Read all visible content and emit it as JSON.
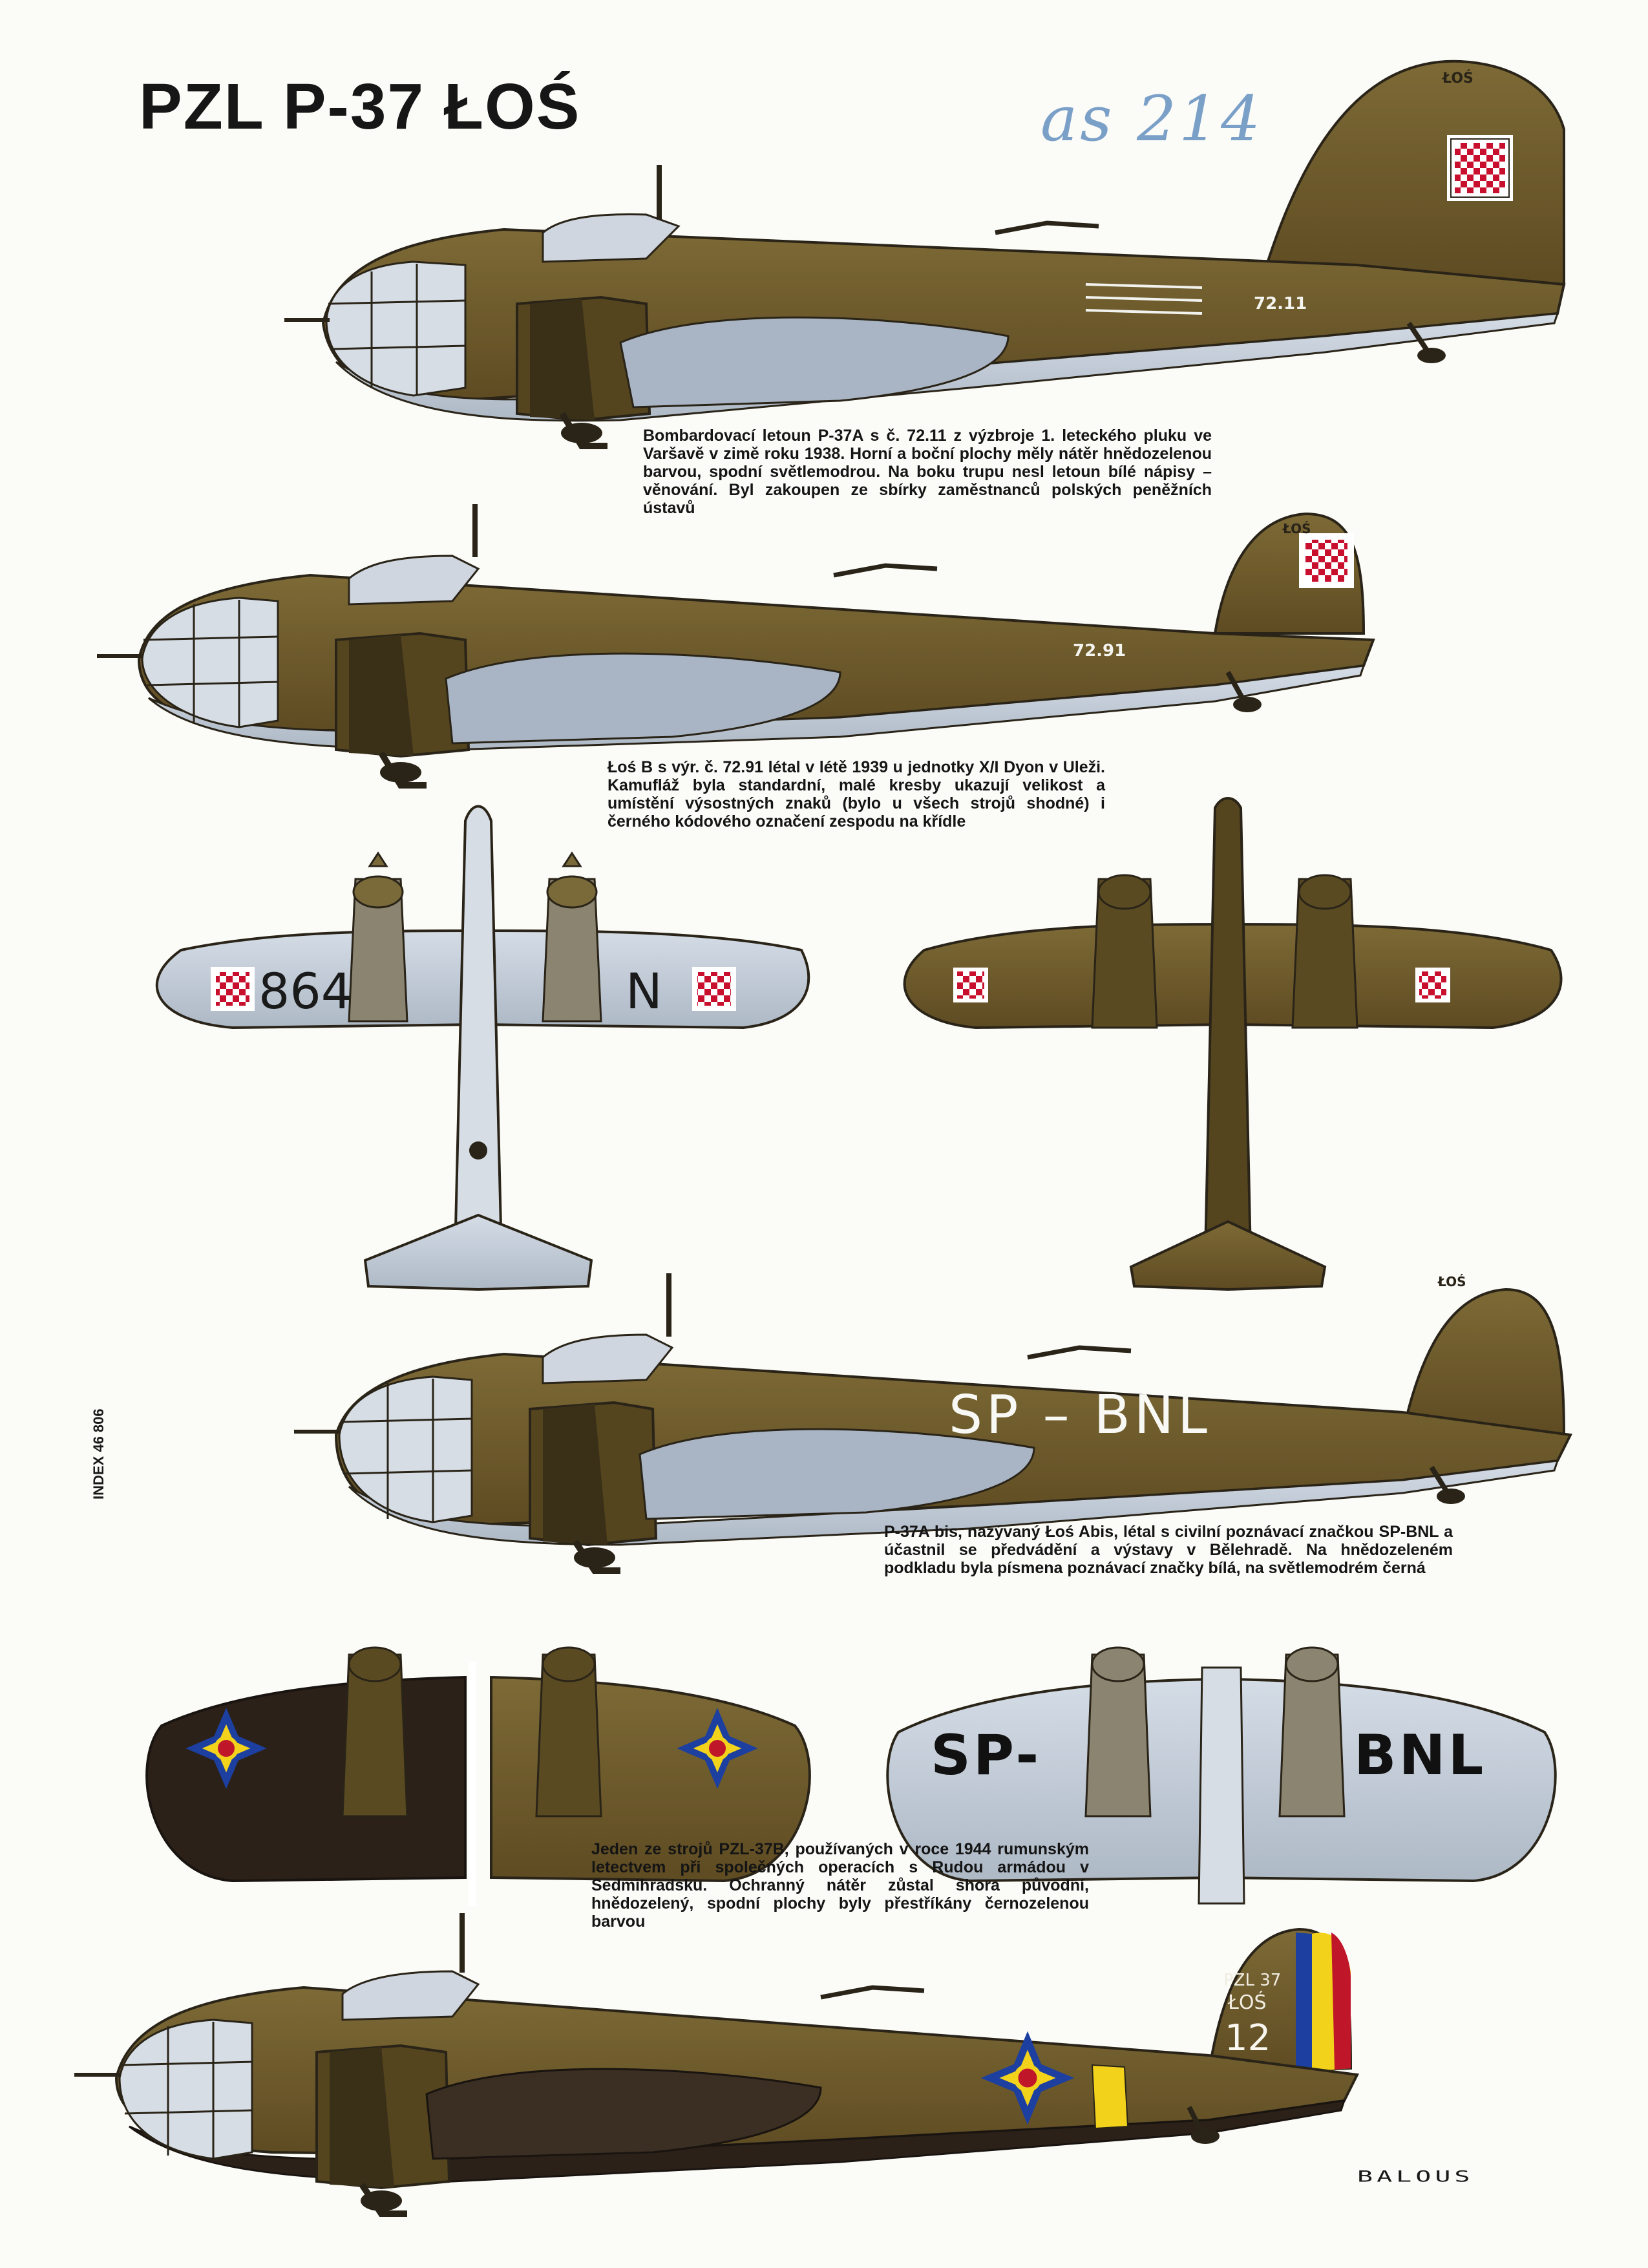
{
  "title": "PZL P-37 ŁOŚ",
  "handwritten_note": "as 214",
  "profiles": {
    "p1": {
      "tail_code": "ŁOŚ",
      "serial": "72.11"
    },
    "p2": {
      "tail_code": "ŁOŚ",
      "serial": "72.91"
    },
    "p3": {
      "tail_code": "ŁOŚ",
      "registration": "SP – BNL"
    },
    "p4": {
      "tail_code": "PZL 37",
      "tail_name": "ŁOŚ",
      "tail_number": "12"
    }
  },
  "plan_views": {
    "underside_1": {
      "wing_code_left": "864",
      "wing_code_right": "N"
    },
    "underside_2": {
      "wing_code_left": "SP-",
      "wing_code_right": "BNL"
    }
  },
  "captions": {
    "c1": "Bombardovací letoun P-37A s č. 72.11 z výzbroje 1. leteckého pluku ve Varšavě v zimě roku 1938. Horní a boční plochy měly nátěr hnědozelenou barvou, spodní světlemodrou. Na boku trupu nesl letoun bílé nápisy – věnování. Byl zakoupen ze sbírky zaměstnanců polských peněžních ústavů",
    "c2": "Łoś B s výr. č. 72.91 létal v létě 1939 u jednotky X/I Dyon v Uleži. Kamufláž byla standardní, malé kresby ukazují velikost a umístění výsostných znaků (bylo u všech strojů shodné) i černého kódového označení zespodu na křídle",
    "c3": "P-37A bis, nazývaný Łoś Abis, létal s civilní poznávací značkou SP-BNL a účastnil se předvádění a výstavy v Bělehradě. Na hnědozeleném podkladu byla písmena poznávací značky bílá, na světlemodrém černá",
    "c4": "Jeden ze strojů PZL-37B, používaných v roce 1944 rumunským letectvem při společných operacích s Rudou armádou v Sedmihradsku. Ochranný nátěr zůstal shora původní, hnědozelený, spodní plochy byly přestříkány černozelenou barvou"
  },
  "index_label": "INDEX 46 806",
  "artist_signature": "BALOUS",
  "colors": {
    "olive_brown": "#6e5a2c",
    "light_blue": "#c5cfda",
    "black_green": "#2a2018",
    "polish_red": "#c8102e",
    "romanian_blue": "#1c3fa0",
    "romanian_yellow": "#f2d21b",
    "romanian_red": "#c0162a"
  }
}
